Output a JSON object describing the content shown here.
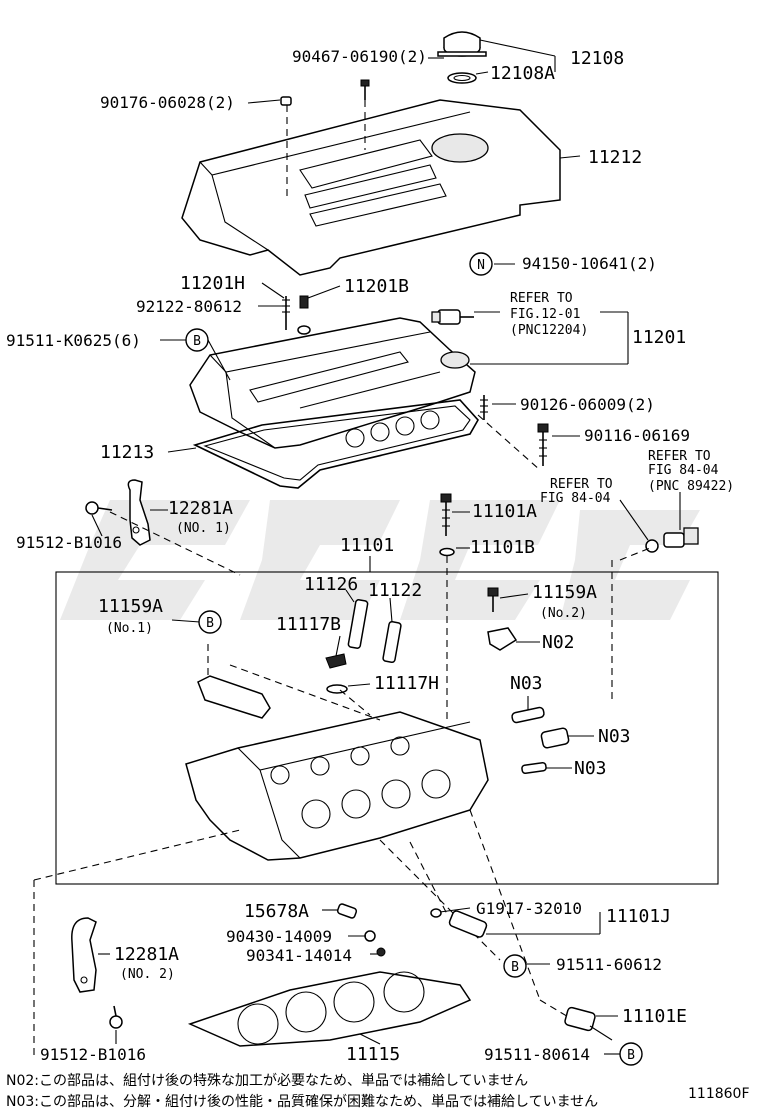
{
  "labels": {
    "p90467": "90467-06190(2)",
    "p12108": "12108",
    "p12108a": "12108A",
    "p90176": "90176-06028(2)",
    "p11212": "11212",
    "badge_n": "N",
    "p94150": "94150-10641(2)",
    "p11201h": "11201H",
    "p11201b": "11201B",
    "p92122": "92122-80612",
    "refer1_l1": "REFER TO",
    "refer1_l2": "FIG.12-01",
    "refer1_l3": "(PNC12204)",
    "p11201": "11201",
    "p91511k": "91511-K0625(6)",
    "badge_b": "B",
    "p90126": "90126-06009(2)",
    "p11213": "11213",
    "p90116": "90116-06169",
    "refer2_l1": "REFER TO",
    "refer2_l2": "FIG 84-04",
    "refer2_l3": "(PNC 89422)",
    "refer3_l1": "REFER TO",
    "refer3_l2": "FIG 84-04",
    "p12281a_top": "12281A",
    "no1_top": "(NO. 1)",
    "p91512_top": "91512-B1016",
    "p11101a": "11101A",
    "p11101": "11101",
    "p11101b": "11101B",
    "p11126": "11126",
    "p11122": "11122",
    "p11159a_r": "11159A",
    "no2_r": "(No.2)",
    "p11159a_l": "11159A",
    "no1_l": "(No.1)",
    "p11117b": "11117B",
    "n02": "N02",
    "p11117h": "11117H",
    "n03_a": "N03",
    "n03_b": "N03",
    "n03_c": "N03",
    "p15678a": "15678A",
    "pg1917": "G1917-32010",
    "p11101j": "11101J",
    "p90430": "90430-14009",
    "p90341": "90341-14014",
    "p91511_606": "91511-60612",
    "p12281a_bot": "12281A",
    "no2_bot": "(NO. 2)",
    "p11101e": "11101E",
    "p91512_bot": "91512-B1016",
    "p11115": "11115",
    "p91511_806": "91511-80614"
  },
  "notes": {
    "n02": "N02:この部品は、組付け後の特殊な加工が必要なため、単品では補給していません",
    "n03": "N03:この部品は、分解・組付け後の性能・品質確保が困難なため、単品では補給していません"
  },
  "figure_code": "111860F"
}
